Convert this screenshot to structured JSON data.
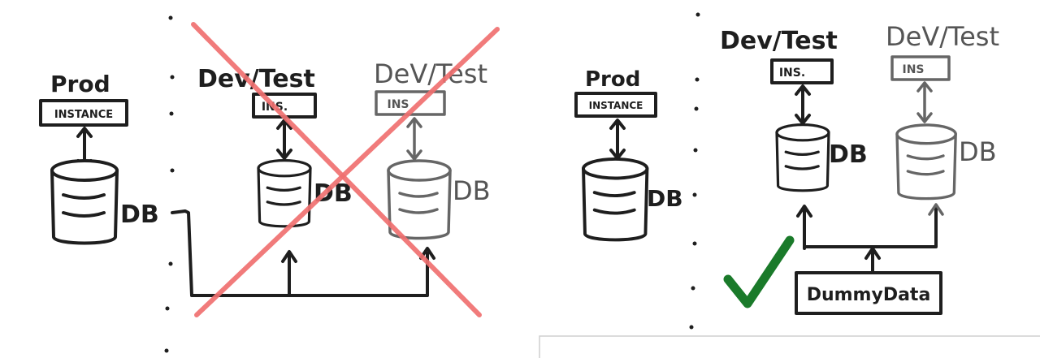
{
  "left_panel": {
    "prod_label": "Prod",
    "prod_box": "INSTANCE",
    "prod_db": "DB",
    "dev1_label": "Dev/Test",
    "dev1_box": "INS.",
    "dev1_db": "DB",
    "dev2_label": "DeV/Test",
    "dev2_box": "INS",
    "dev2_db": "DB",
    "verdict": "crossed-out",
    "verdict_color": "#f07070"
  },
  "right_panel": {
    "prod_label": "Prod",
    "prod_box": "INSTANCE",
    "prod_db": "DB",
    "dev1_label": "Dev/Test",
    "dev1_box": "INS.",
    "dev1_db": "DB",
    "dev2_label": "DeV/Test",
    "dev2_box": "INS",
    "dev2_db": "DB",
    "source_box": "DummyData",
    "verdict": "checkmark",
    "verdict_color": "#1a7a2a"
  },
  "icons": [
    "database-icon",
    "bidirectional-arrow-icon",
    "up-arrow-icon",
    "x-mark-icon",
    "checkmark-icon"
  ]
}
